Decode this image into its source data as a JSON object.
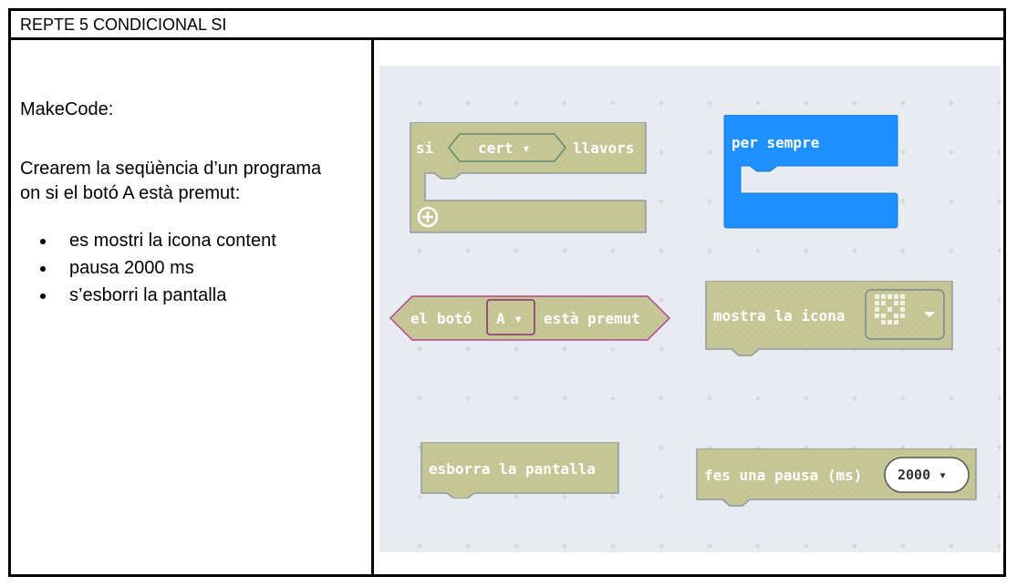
{
  "header": {
    "title": "REPTE  5 CONDICIONAL SI"
  },
  "left": {
    "heading": "MakeCode:",
    "intro_line1": "Crearem la seqüència d’un programa",
    "intro_line2": "on si el botó A està premut:",
    "bullets": [
      "es mostri la icona content",
      "pausa 2000 ms",
      "s’esborri la pantalla"
    ]
  },
  "blocks": {
    "if_block": {
      "si": "si",
      "cert": "cert ▾",
      "llavors": "llavors"
    },
    "forever": {
      "label": "per sempre"
    },
    "button_pressed": {
      "prefix": "el botó",
      "button": "A ▾",
      "suffix": "està premut"
    },
    "show_icon": {
      "label": "mostra la icona"
    },
    "clear_screen": {
      "label": "esborra la pantalla"
    },
    "pause": {
      "label": "fes una pausa (ms)",
      "value": "2000 ▾"
    }
  },
  "colors": {
    "block_fill": "#c9c78e",
    "block_stroke": "#8f9aa3",
    "forever_fill": "#1e90ff",
    "button_stroke": "#b0478f",
    "canvas_bg": "#e8ebef"
  }
}
